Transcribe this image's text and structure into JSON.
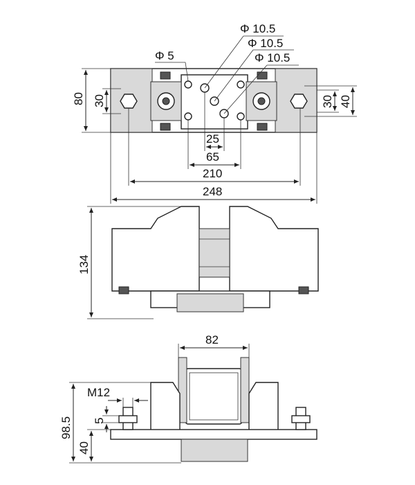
{
  "top_view": {
    "dims": {
      "hole_a": "Φ 10.5",
      "hole_b": "Φ 10.5",
      "hole_c": "Φ 10.5",
      "small_hole": "Φ 5",
      "height_80": "80",
      "height_30_left": "30",
      "height_30_right": "30",
      "height_40": "40",
      "w_25": "25",
      "w_65": "65",
      "w_210": "210",
      "w_248": "248"
    }
  },
  "side_view": {
    "dims": {
      "height_134": "134"
    }
  },
  "end_view": {
    "dims": {
      "w_82": "82",
      "thread": "M12",
      "h_5": "5",
      "h_98_5": "98.5",
      "h_40": "40"
    }
  }
}
